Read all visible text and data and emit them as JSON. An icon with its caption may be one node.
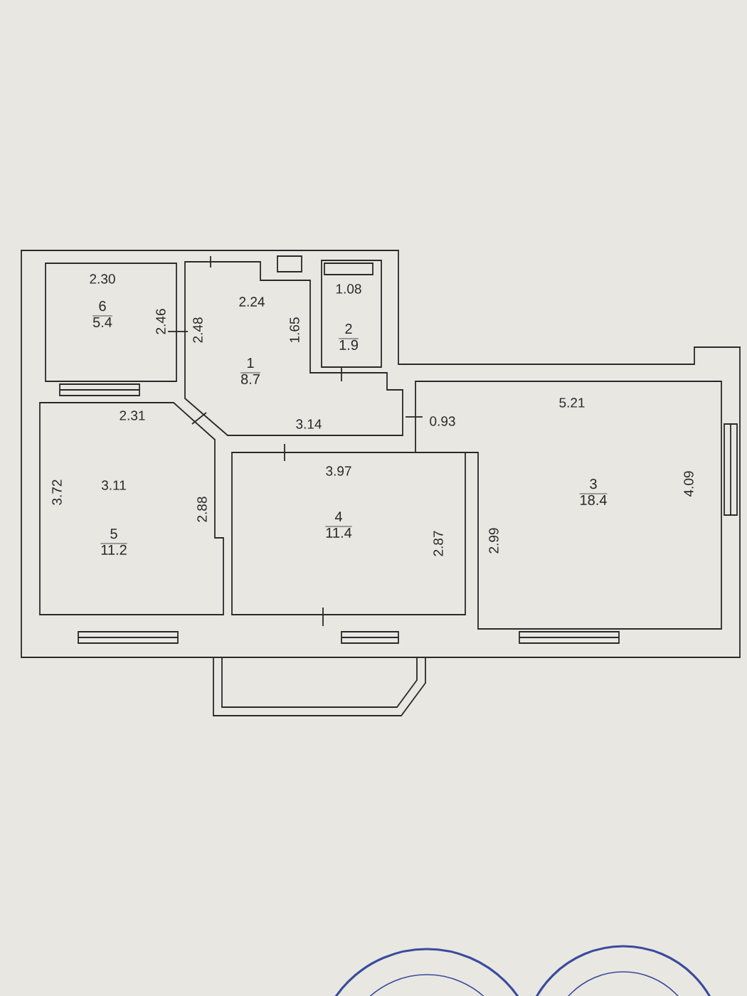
{
  "diagram": {
    "nodes": [
      {
        "text": [
          "6",
          "5.4"
        ]
      },
      {
        "text": [
          "1",
          "8.7"
        ]
      },
      {
        "text": [
          "2",
          "1.9"
        ]
      },
      {
        "text": [
          "3",
          "18.4"
        ]
      },
      {
        "text": [
          "5",
          "11.2"
        ]
      },
      {
        "text": [
          "4",
          "11.4"
        ]
      }
    ],
    "labels": [
      "2.30",
      "1.08",
      "2.24",
      "2.46",
      "2.48",
      "1.65",
      "2.31",
      "3.14",
      "0.93",
      "5.21",
      "3.97",
      "3.11",
      "3.72",
      "2.88",
      "2.87",
      "2.99",
      "4.09"
    ]
  }
}
